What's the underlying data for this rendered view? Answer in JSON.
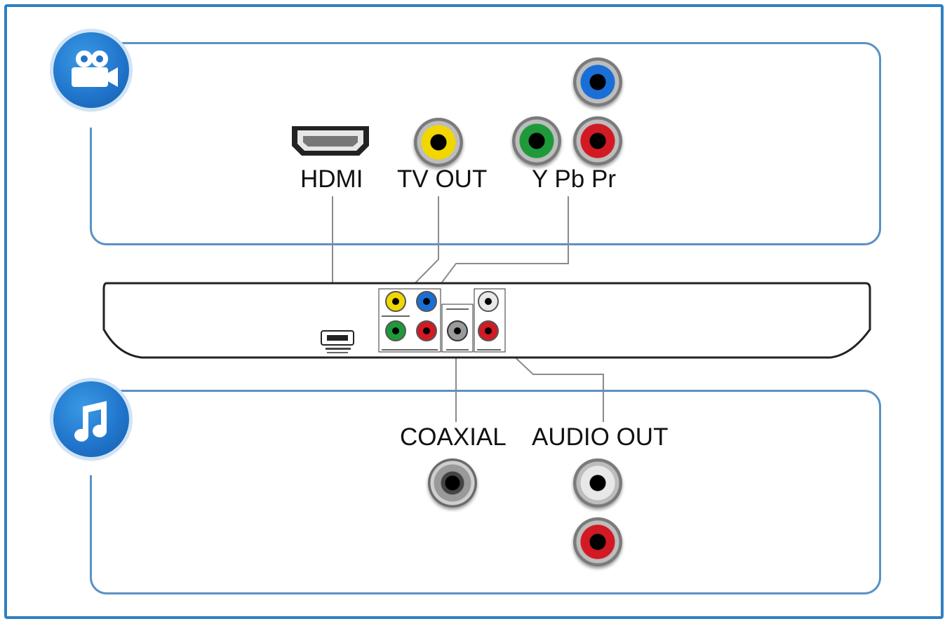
{
  "labels": {
    "hdmi": "HDMI",
    "tv_out": "TV OUT",
    "ypbpr": "Y Pb Pr",
    "coaxial": "COAXIAL",
    "audio_out": "AUDIO OUT"
  },
  "sections": {
    "video_icon": "video-camera-icon",
    "audio_icon": "music-note-icon"
  },
  "colors": {
    "frame": "#2f7fc1",
    "panel": "#5c91c5",
    "yellow_jack": "#f2d600",
    "green_jack": "#1e9a3a",
    "blue_jack": "#1a6fd6",
    "red_jack": "#d21a24",
    "white_jack": "#e8e8e8",
    "coax_jack": "#9a9a9a"
  }
}
